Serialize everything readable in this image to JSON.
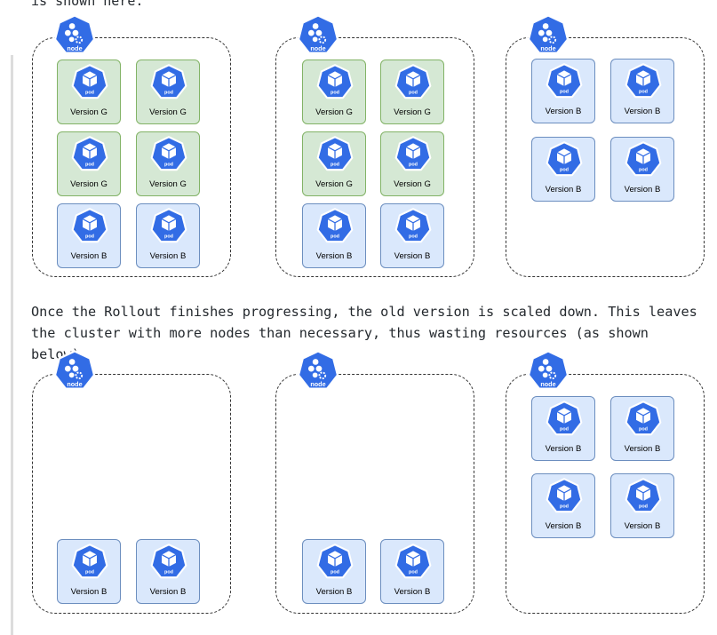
{
  "text": {
    "top_fragment": "is shown here.",
    "paragraph": "Once the Rollout finishes progressing, the old version is scaled down. This leaves the cluster with more nodes than necessary, thus wasting resources (as shown below)."
  },
  "labels": {
    "node": "node",
    "pod": "pod",
    "version_g": "Version G",
    "version_b": "Version B"
  },
  "colors": {
    "k8s_blue": "#326ce5",
    "green_fill": "#d5e8d4",
    "green_border": "#82b366",
    "blue_fill": "#dae8fc",
    "blue_border": "#6c8ebf"
  },
  "diagram": {
    "before": [
      {
        "pods": [
          "G",
          "G",
          "G",
          "G",
          "B",
          "B"
        ]
      },
      {
        "pods": [
          "G",
          "G",
          "G",
          "G",
          "B",
          "B"
        ]
      },
      {
        "pods": [
          "B",
          "B",
          "B",
          "B"
        ]
      }
    ],
    "after": [
      {
        "pods": [
          "B",
          "B"
        ]
      },
      {
        "pods": [
          "B",
          "B"
        ]
      },
      {
        "pods": [
          "B",
          "B",
          "B",
          "B"
        ]
      }
    ]
  }
}
